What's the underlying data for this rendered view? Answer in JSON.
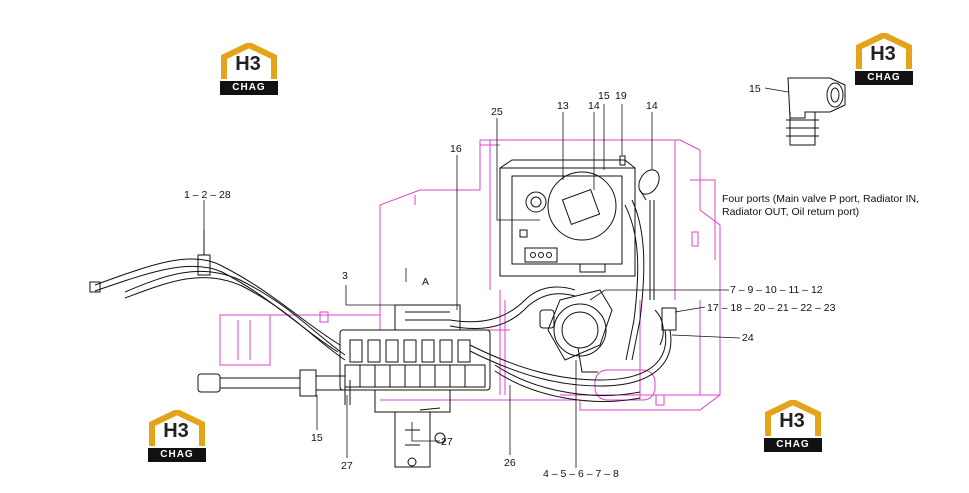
{
  "logos": [
    {
      "top": "H3",
      "bottom": "CHAG"
    },
    {
      "top": "H3",
      "bottom": "CHAG"
    },
    {
      "top": "H3",
      "bottom": "CHAG"
    },
    {
      "top": "H3",
      "bottom": "CHAG"
    }
  ],
  "callouts": {
    "c1_2_28": "1 – 2 – 28",
    "c3": "3",
    "cA": "A",
    "c16": "16",
    "c25": "25",
    "c13": "13",
    "c14a": "14",
    "c15a": "15",
    "c19": "19",
    "c14b": "14",
    "c15_elbow": "15",
    "c7_12": "7 – 9 – 10 – 11 – 12",
    "c17_23": "17 – 18 – 20 – 21 – 22 – 23",
    "c24": "24",
    "c15b": "15",
    "c27a": "27",
    "c27b": "27",
    "c26": "26",
    "c4_8": "4 – 5 – 6 – 7 – 8"
  },
  "note": "Four ports (Main valve P port, Radiator IN, Radiator OUT, Oil return port)",
  "colors": {
    "frame": "#e040c8",
    "lines": "#111111",
    "logo_accent": "#e3a41a"
  }
}
